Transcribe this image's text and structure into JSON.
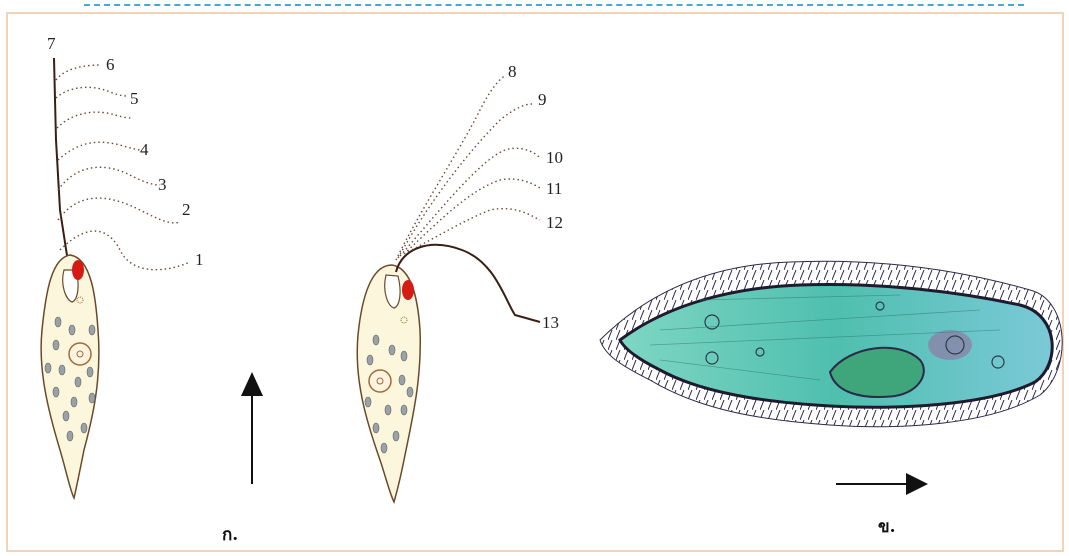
{
  "figure_a": {
    "panel_label": "ก.",
    "labels": [
      "1",
      "2",
      "3",
      "4",
      "5",
      "6",
      "7"
    ]
  },
  "figure_b": {
    "labels": [
      "8",
      "9",
      "10",
      "11",
      "12",
      "13"
    ]
  },
  "figure_c": {
    "panel_label": "ข."
  },
  "colors": {
    "frame_dash": "#3fa9d9",
    "frame_border": "#f3d3b7",
    "euglena_body": "#fbf6dc",
    "eyespot": "#d61a14",
    "paramecium_fill": "#5ec7b3",
    "cilia": "#2c2a4a"
  }
}
